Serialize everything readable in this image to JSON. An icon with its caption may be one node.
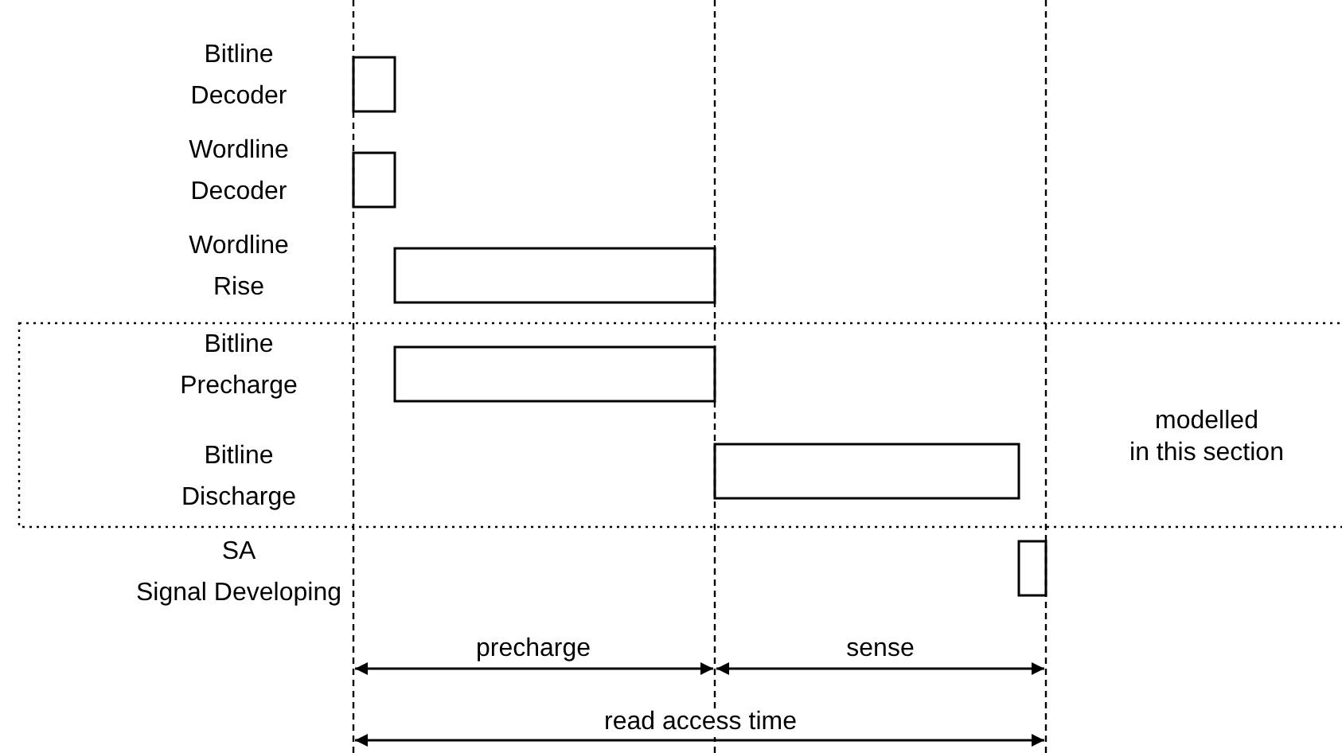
{
  "diagram": {
    "labels": [
      "Bitline Decoder",
      "Wordline Decoder",
      "Wordline Rise",
      "Bitline Precharge",
      "Bitline Discharge",
      "SA Signal Developing",
      "modelled in this section",
      "precharge",
      "sense",
      "read access time"
    ]
  }
}
